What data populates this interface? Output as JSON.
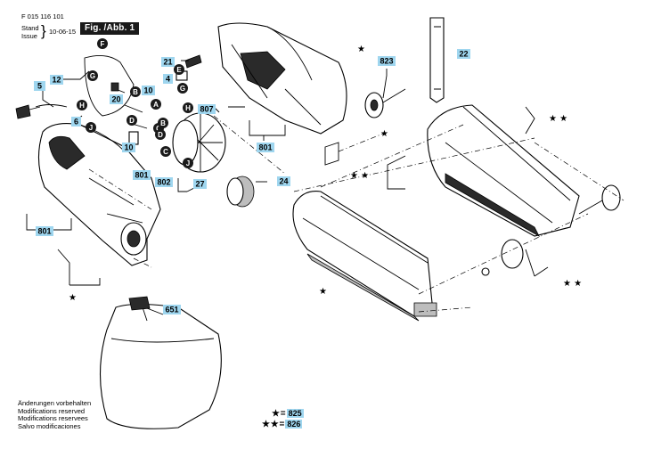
{
  "header": {
    "doc_number": "F 015 116 101",
    "stand": "Stand",
    "issue": "Issue",
    "brace": "}",
    "date": "10-06-15",
    "figure": "Fig. /Abb. 1"
  },
  "colors": {
    "callout_fill": "#9fd6ef",
    "circle_fill": "#1a1a1a",
    "line": "#000000"
  },
  "callouts": [
    "5",
    "12",
    "6",
    "20",
    "10",
    "10",
    "801",
    "802",
    "27",
    "21",
    "4",
    "807",
    "801",
    "823",
    "22",
    "24",
    "801",
    "651"
  ],
  "circle_letters": [
    "F",
    "G",
    "H",
    "J",
    "B",
    "A",
    "C",
    "D",
    "B",
    "C",
    "D",
    "J",
    "E",
    "G",
    "H"
  ],
  "star_marks": [
    "★",
    "★",
    "★ ★",
    "★ ★",
    "★ ★",
    "★",
    "★"
  ],
  "notes": [
    "Änderungen vorbehalten",
    "Modifications reserved",
    "Modifications reservees",
    "Salvo modificaciones"
  ],
  "legend": [
    {
      "stars": "★ =",
      "code": "825"
    },
    {
      "stars": "★ ★ =",
      "code": "826"
    }
  ]
}
